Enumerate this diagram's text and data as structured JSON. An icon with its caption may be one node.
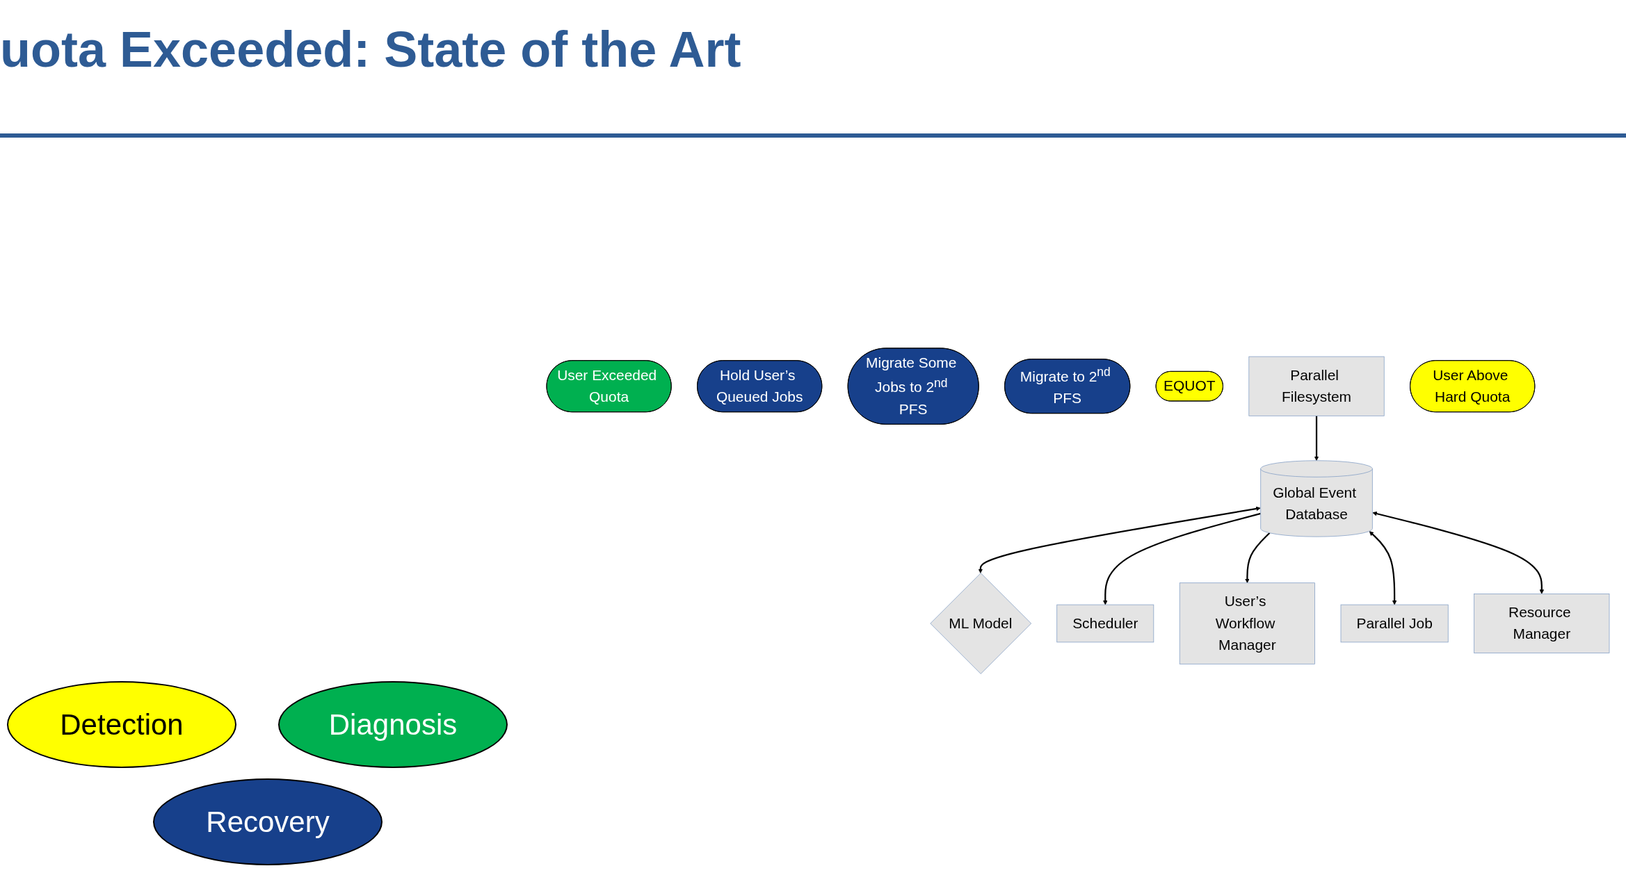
{
  "diagram": {
    "title": "uota Exceeded: State of the Art",
    "nodes": [
      {
        "text": [
          "User Exceeded Quota"
        ]
      },
      {
        "text": [
          "ML Model"
        ]
      },
      {
        "text": [
          "Hold User’s Queued Jobs"
        ]
      },
      {
        "text": [
          "Scheduler"
        ]
      },
      {
        "text": [
          "Migrate Some Jobs to 2$^{nd}$ PFS"
        ]
      },
      {
        "text": [
          "User’s Workflow Manager"
        ]
      },
      {
        "text": [
          "Global Event Database"
        ]
      },
      {
        "text": [
          "Migrate to 2$^{nd}$ PFS"
        ]
      },
      {
        "text": [
          "Parallel Job"
        ]
      },
      {
        "text": [
          "EQUOT"
        ]
      },
      {
        "text": [
          "Resource Manager"
        ]
      },
      {
        "text": [
          "Parallel Filesystem"
        ]
      },
      {
        "text": [
          "User Above Hard Quota"
        ]
      }
    ],
    "edges": [
      {
        "from": 6,
        "to": 1,
        "arrow": "both"
      },
      {
        "from": 6,
        "to": 3,
        "arrow": "to"
      },
      {
        "from": 6,
        "to": 5,
        "arrow": "to"
      },
      {
        "from": 6,
        "to": 8,
        "arrow": "both"
      },
      {
        "from": 6,
        "to": 10,
        "arrow": "both"
      },
      {
        "from": 11,
        "to": 6,
        "arrow": "to"
      }
    ],
    "legend": [
      {
        "text": "Detection",
        "color": "#ffff00"
      },
      {
        "text": "Diagnosis",
        "color": "#00b050"
      },
      {
        "text": "Recovery",
        "color": "#17408b"
      }
    ]
  }
}
